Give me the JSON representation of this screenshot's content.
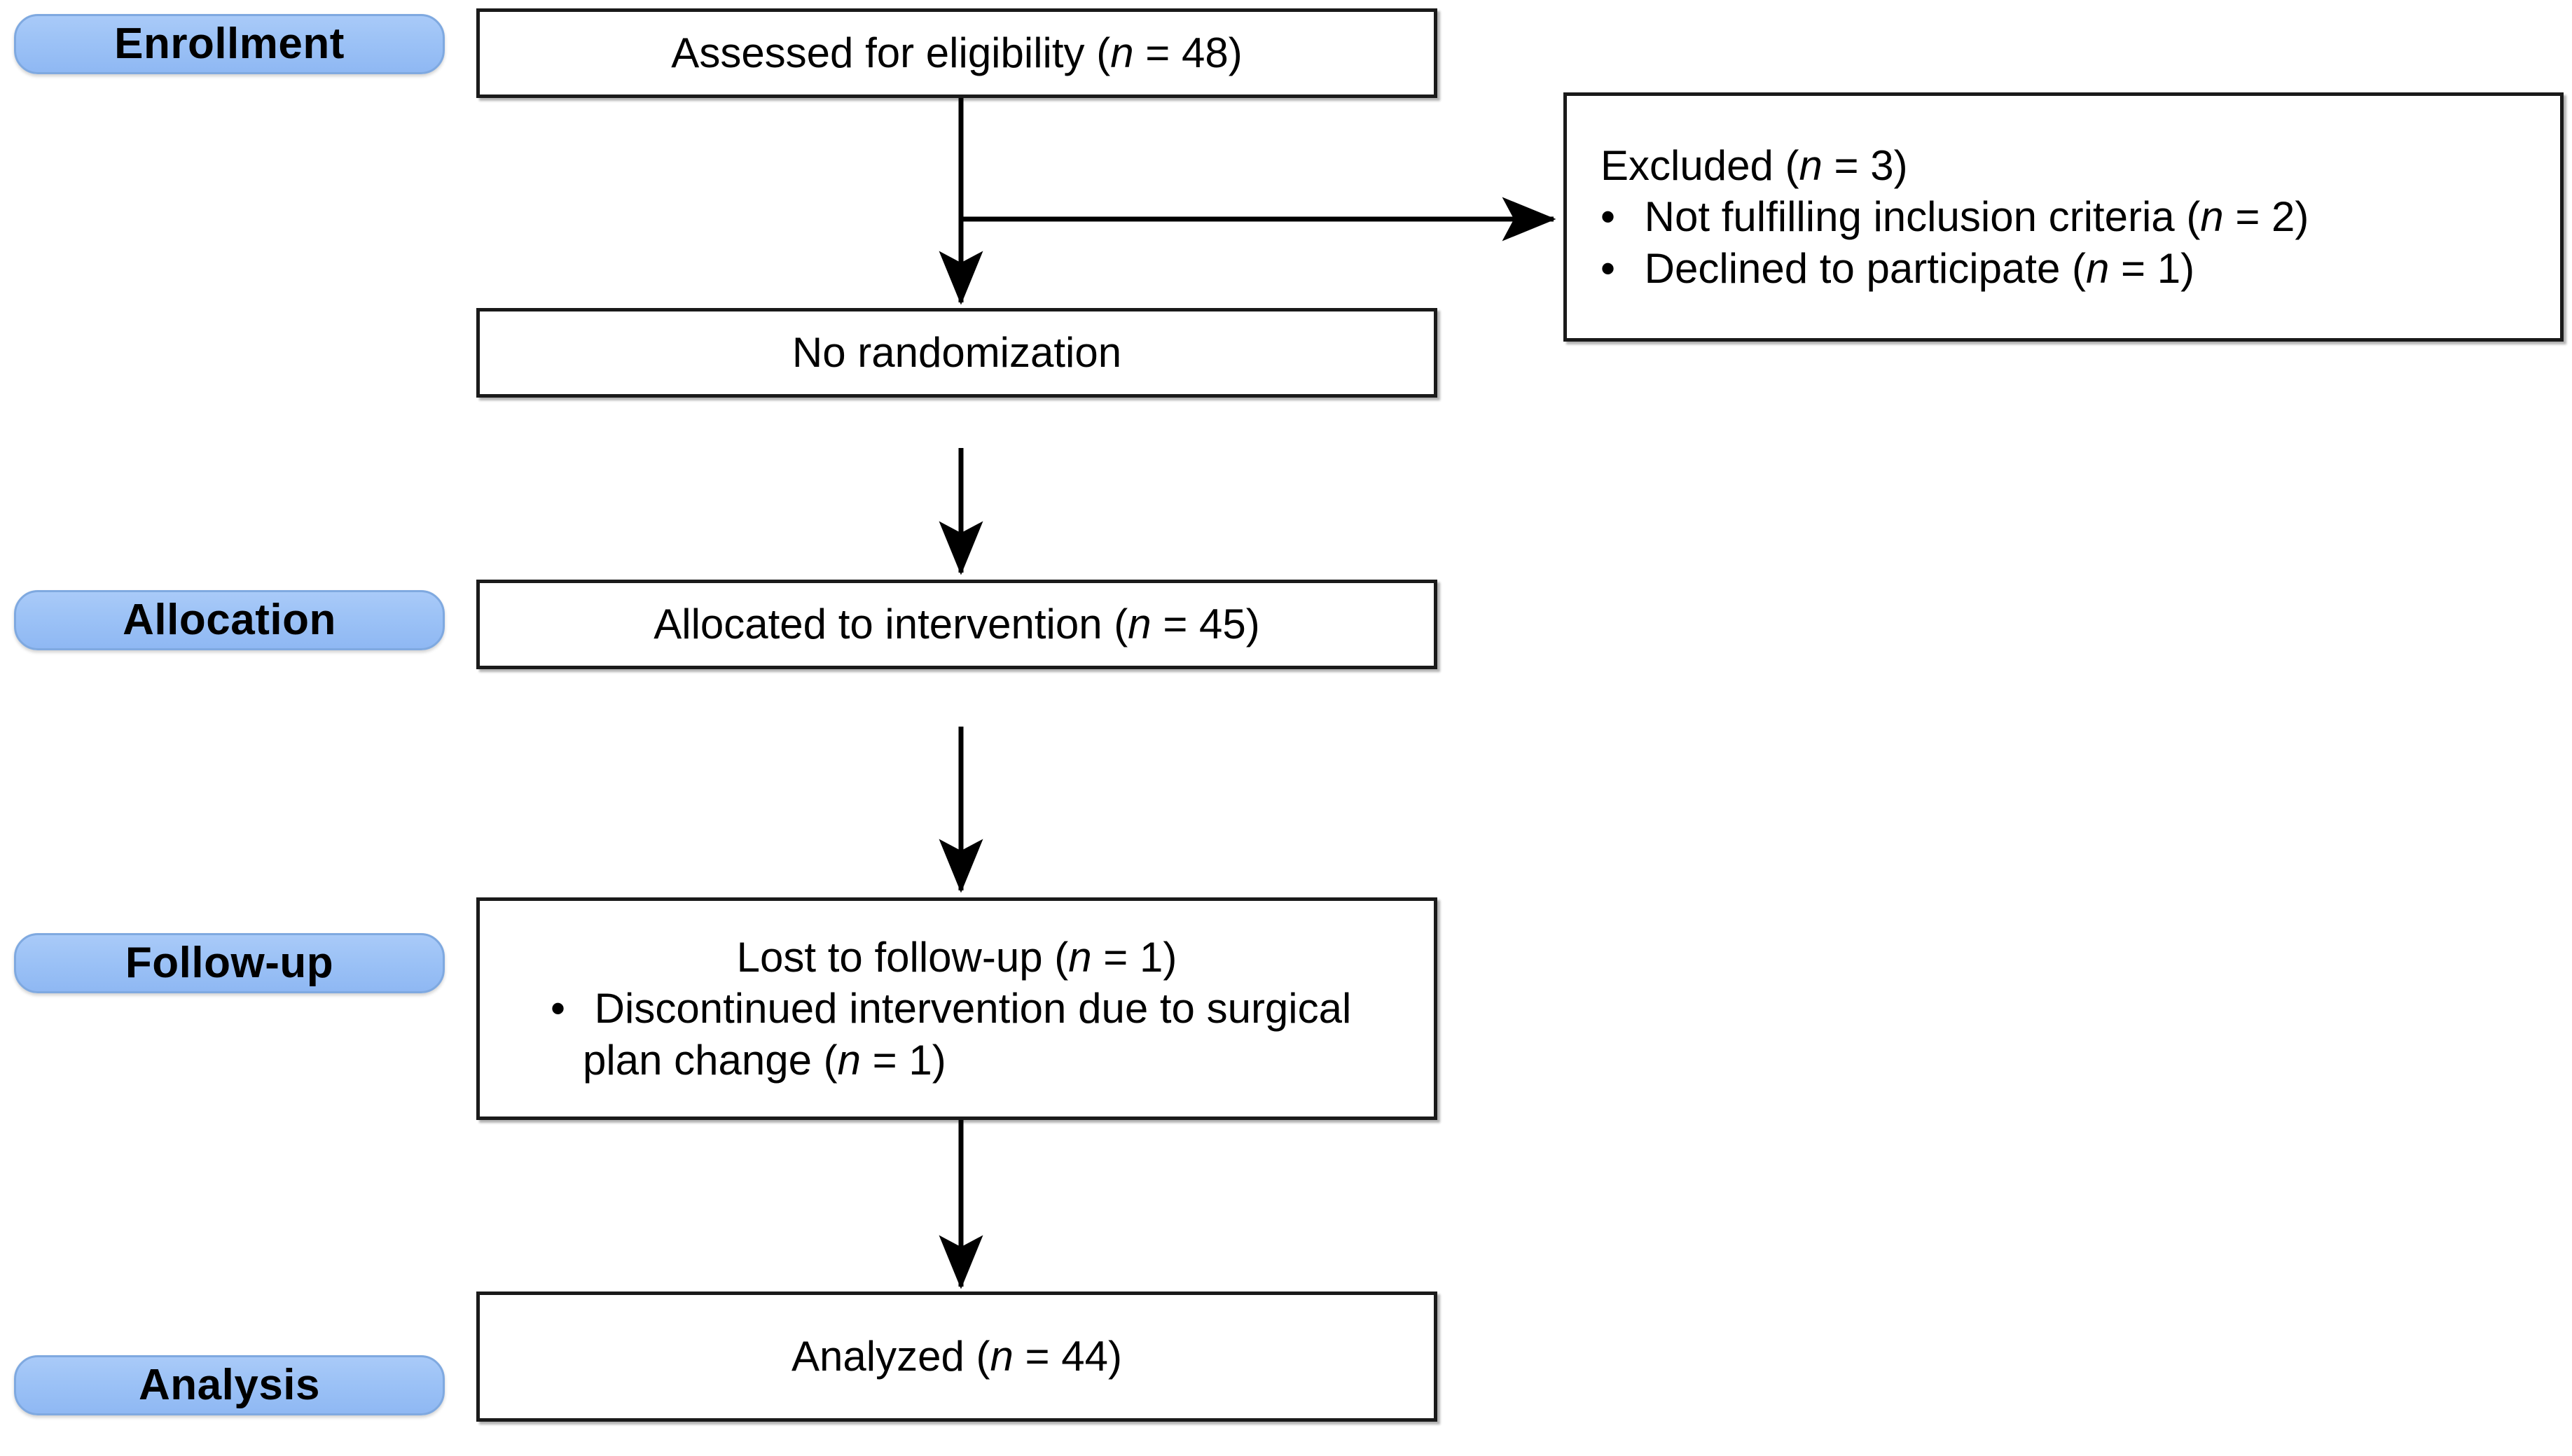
{
  "diagram": {
    "title": "CONSORT participant flow diagram",
    "type": "flowchart",
    "background_color": "#ffffff",
    "pill_color": "#9cc2f6",
    "pill_border_color": "#7fa9e0",
    "box_border_color": "#1a1a1a",
    "connector_color": "#000000"
  },
  "stages": [
    {
      "id": "enrollment",
      "label": "Enrollment"
    },
    {
      "id": "allocation",
      "label": "Allocation"
    },
    {
      "id": "followup",
      "label": "Follow-up"
    },
    {
      "id": "analysis",
      "label": "Analysis"
    }
  ],
  "boxes": {
    "assessed": {
      "text_before": "Assessed for eligibility (",
      "italic_n": "n",
      "text_after": " = 48)",
      "full_text": "Assessed for eligibility (n = 48)",
      "count": 48
    },
    "excluded": {
      "heading_before": "Excluded (",
      "heading_italic_n": "n",
      "heading_after": " = 3)",
      "heading_full": "Excluded (n = 3)",
      "count": 3,
      "reasons": [
        {
          "text_before": "Not fulfilling inclusion criteria (",
          "italic_n": "n",
          "text_after": " = 2)",
          "full_text": "Not fulfilling inclusion criteria (n = 2)",
          "count": 2
        },
        {
          "text_before": "Declined to participate (",
          "italic_n": "n",
          "text_after": " = 1)",
          "full_text": "Declined to participate (n = 1)",
          "count": 1
        }
      ]
    },
    "randomization": {
      "full_text": "No randomization"
    },
    "allocated": {
      "text_before": "Allocated to intervention (",
      "italic_n": "n",
      "text_after": " = 45)",
      "full_text": "Allocated to intervention (n = 45)",
      "count": 45
    },
    "lost": {
      "heading_before": "Lost to follow-up (",
      "heading_italic_n": "n",
      "heading_after": " = 1)",
      "heading_full": "Lost to follow-up (n = 1)",
      "count": 1,
      "reasons": [
        {
          "text_before": "Discontinued intervention due to surgical plan change (",
          "italic_n": "n",
          "text_after": " = 1)",
          "full_text": "Discontinued intervention due to surgical plan change (n = 1)",
          "count": 1
        }
      ]
    },
    "analyzed": {
      "text_before": "Analyzed (",
      "italic_n": "n",
      "text_after": " = 44)",
      "full_text": "Analyzed (n = 44)",
      "count": 44
    }
  },
  "chart_data": {
    "type": "flow",
    "title": "CONSORT participant flow diagram",
    "nodes": [
      {
        "id": "assessed",
        "stage": "Enrollment",
        "label": "Assessed for eligibility (n = 48)",
        "n": 48
      },
      {
        "id": "excluded",
        "stage": "Enrollment",
        "label": "Excluded (n = 3)",
        "n": 3
      },
      {
        "id": "randomization",
        "stage": "Enrollment",
        "label": "No randomization",
        "n": null
      },
      {
        "id": "allocated",
        "stage": "Allocation",
        "label": "Allocated to intervention (n = 45)",
        "n": 45
      },
      {
        "id": "lost",
        "stage": "Follow-up",
        "label": "Lost to follow-up (n = 1)",
        "n": 1
      },
      {
        "id": "analyzed",
        "stage": "Analysis",
        "label": "Analyzed (n = 44)",
        "n": 44
      }
    ],
    "edges": [
      {
        "from": "assessed",
        "to": "excluded",
        "direction": "right"
      },
      {
        "from": "assessed",
        "to": "randomization",
        "direction": "down"
      },
      {
        "from": "randomization",
        "to": "allocated",
        "direction": "down"
      },
      {
        "from": "allocated",
        "to": "lost",
        "direction": "down"
      },
      {
        "from": "lost",
        "to": "analyzed",
        "direction": "down"
      }
    ]
  }
}
